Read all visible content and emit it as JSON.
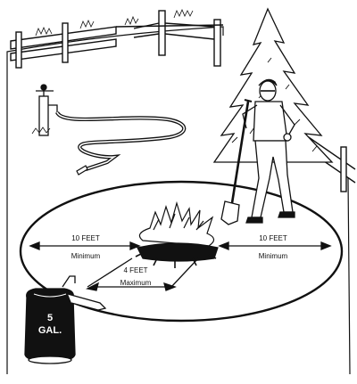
{
  "labels": {
    "left_distance": "10 FEET",
    "left_qualifier": "Minimum",
    "right_distance": "10 FEET",
    "right_qualifier": "Minimum",
    "pile_size": "4 FEET",
    "pile_qualifier": "Maximum",
    "can_line1": "5",
    "can_line2": "GAL."
  },
  "colors": {
    "ink": "#111111",
    "paper": "#ffffff",
    "shade": "#555555"
  }
}
